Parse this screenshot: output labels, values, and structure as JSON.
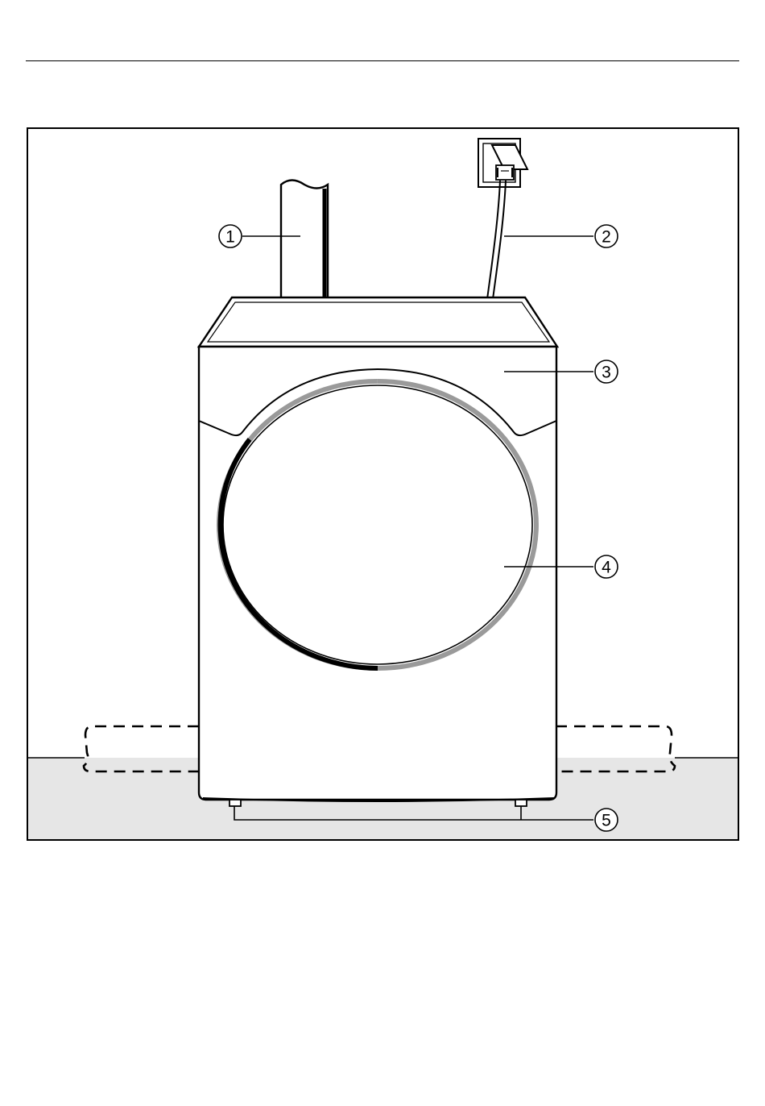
{
  "callouts": [
    {
      "number": "1",
      "part": "pipe"
    },
    {
      "number": "2",
      "part": "power-cable"
    },
    {
      "number": "3",
      "part": "top-panel"
    },
    {
      "number": "4",
      "part": "door"
    },
    {
      "number": "5",
      "part": "feet"
    }
  ],
  "colors": {
    "line": "#000000",
    "floor": "#e6e6e6",
    "door_rim_grey": "#9a9a9a",
    "background": "#ffffff"
  }
}
